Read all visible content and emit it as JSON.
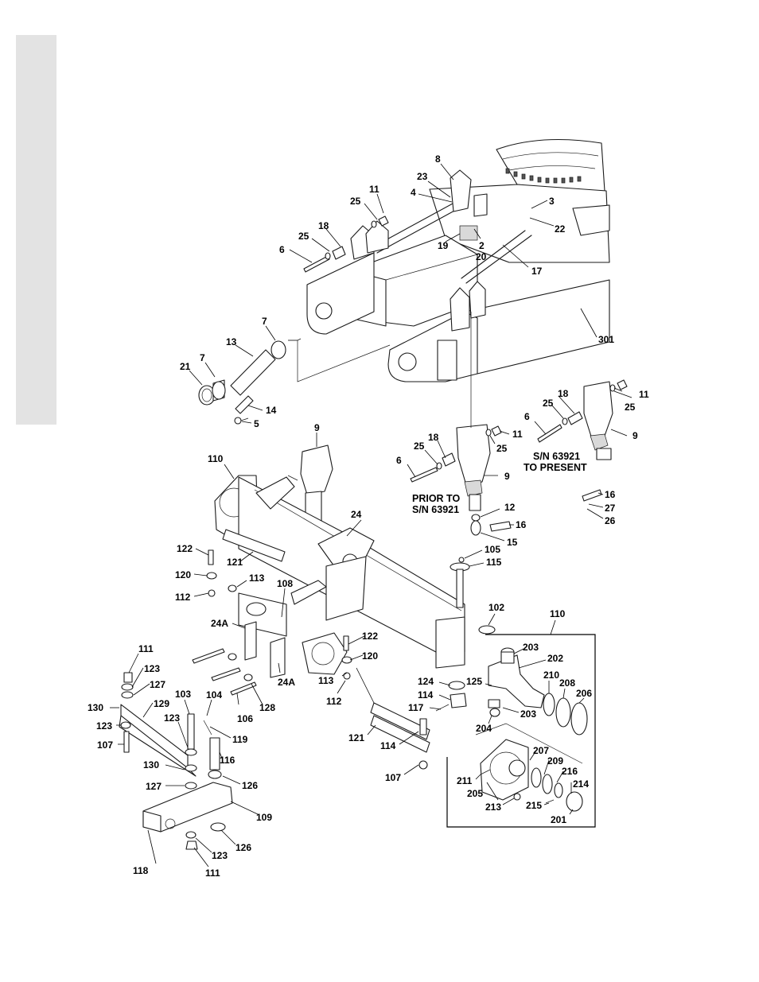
{
  "callouts": {
    "c8": "8",
    "c23": "23",
    "c4": "4",
    "c11a": "11",
    "c25a": "25",
    "c3": "3",
    "c22": "22",
    "c18a": "18",
    "c25b": "25",
    "c6a": "6",
    "c19": "19",
    "c2": "2",
    "c20": "20",
    "c17": "17",
    "c7a": "7",
    "c13": "13",
    "c7b": "7",
    "c21": "21",
    "c14": "14",
    "c5": "5",
    "c301": "301",
    "c18b": "18",
    "c25c": "25",
    "c11b": "11",
    "c25d": "25",
    "c6b": "6",
    "c9a": "9",
    "c9b": "9",
    "c18c": "18",
    "c25e": "25",
    "c11c": "11",
    "c25f": "25",
    "c6c": "6",
    "c9c": "9",
    "c110a": "110",
    "c24": "24",
    "c12": "12",
    "c16a": "16",
    "c15": "15",
    "c16b": "16",
    "c27": "27",
    "c26": "26",
    "c122a": "122",
    "c121a": "121",
    "c120a": "120",
    "c113a": "113",
    "c112a": "112",
    "c108": "108",
    "c105": "105",
    "c115": "115",
    "c102": "102",
    "c24Aa": "24A",
    "c24Ab": "24A",
    "c122b": "122",
    "c120b": "120",
    "c113b": "113",
    "c112b": "112",
    "c110b": "110",
    "c111a": "111",
    "c123a": "123",
    "c127a": "127",
    "c130a": "130",
    "c129": "129",
    "c123b": "123",
    "c107a": "107",
    "c103": "103",
    "c123c": "123",
    "c104": "104",
    "c119": "119",
    "c106": "106",
    "c128": "128",
    "c116": "116",
    "c130b": "130",
    "c127b": "127",
    "c126a": "126",
    "c109": "109",
    "c126b": "126",
    "c118": "118",
    "c123d": "123",
    "c111b": "111",
    "c124": "124",
    "c114a": "114",
    "c117": "117",
    "c125": "125",
    "c121b": "121",
    "c114b": "114",
    "c107b": "107",
    "c203a": "203",
    "c202": "202",
    "c210": "210",
    "c208": "208",
    "c206": "206",
    "c203b": "203",
    "c204": "204",
    "c207": "207",
    "c209": "209",
    "c216": "216",
    "c211": "211",
    "c205": "205",
    "c214": "214",
    "c213": "213",
    "c215": "215",
    "c201": "201"
  },
  "notes": {
    "prior_line1": "PRIOR TO",
    "prior_line2": "S/N 63921",
    "present_line1": "S/N 63921",
    "present_line2": "TO PRESENT"
  }
}
